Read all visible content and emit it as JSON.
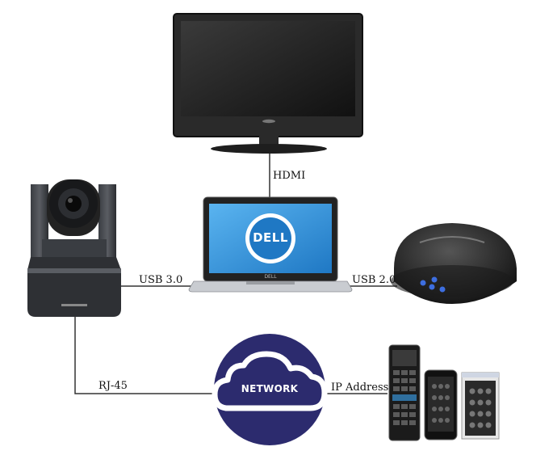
{
  "connections": {
    "hdmi": "HDMI",
    "usb30": "USB 3.0",
    "usb20": "USB 2.0",
    "rj45": "RJ-45",
    "ip": "IP Address"
  },
  "laptop": {
    "brand": "DELL",
    "bezel_brand": "DELL"
  },
  "network": {
    "label": "NETWORK"
  },
  "colors": {
    "network_circle": "#2c2b6e",
    "cloud": "#ffffff",
    "line": "#333333",
    "laptop_screen": "#2b8fd6"
  }
}
